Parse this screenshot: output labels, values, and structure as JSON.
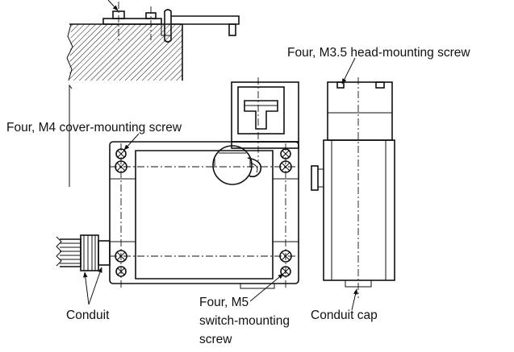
{
  "labels": {
    "head_screw": "Four, M3.5 head-mounting screw",
    "cover_screw": "Four, M4 cover-mounting screw",
    "conduit": "Conduit",
    "switch_screw_1": "Four, M5",
    "switch_screw_2": "switch-mounting",
    "switch_screw_3": "screw",
    "conduit_cap": "Conduit cap"
  }
}
